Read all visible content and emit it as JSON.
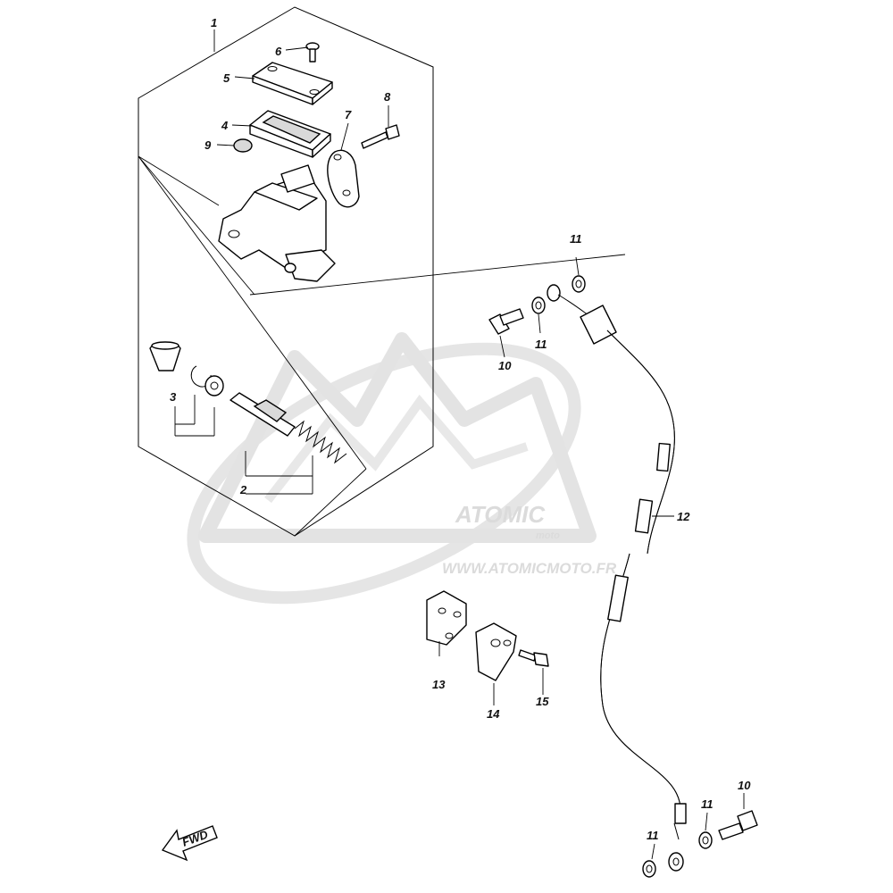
{
  "watermark": {
    "brand": "ATOMIC",
    "brand_sub": "moto",
    "url": "WWW.ATOMICMOTO.FR"
  },
  "fwd_label": "FWD",
  "callouts": [
    {
      "id": "c1",
      "text": "1"
    },
    {
      "id": "c2",
      "text": "2"
    },
    {
      "id": "c3",
      "text": "3"
    },
    {
      "id": "c4",
      "text": "4"
    },
    {
      "id": "c5",
      "text": "5"
    },
    {
      "id": "c6",
      "text": "6"
    },
    {
      "id": "c7",
      "text": "7"
    },
    {
      "id": "c8",
      "text": "8"
    },
    {
      "id": "c9",
      "text": "9"
    },
    {
      "id": "c10a",
      "text": "10"
    },
    {
      "id": "c10b",
      "text": "10"
    },
    {
      "id": "c11a",
      "text": "11"
    },
    {
      "id": "c11b",
      "text": "11"
    },
    {
      "id": "c11c",
      "text": "11"
    },
    {
      "id": "c11d",
      "text": "11"
    },
    {
      "id": "c12",
      "text": "12"
    },
    {
      "id": "c13",
      "text": "13"
    },
    {
      "id": "c14",
      "text": "14"
    },
    {
      "id": "c15",
      "text": "15"
    }
  ]
}
